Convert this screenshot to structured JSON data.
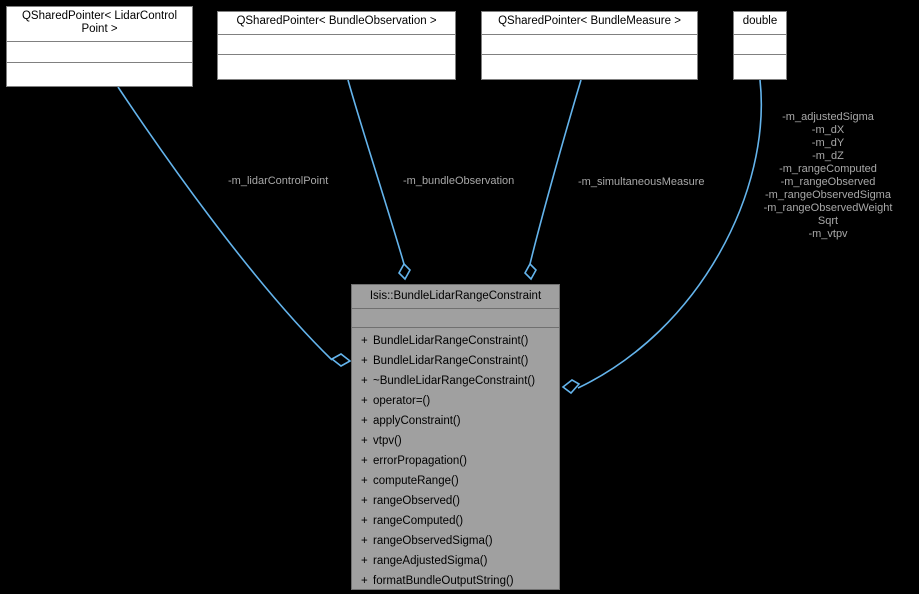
{
  "diagram": {
    "kind": "uml-collaboration-diagram",
    "background_color": "#000000",
    "edge_color": "#64b4ec",
    "label_color": "#a8a8a8",
    "main_class_fill": "#a0a0a0",
    "plain_class_fill": "#ffffff"
  },
  "nodes": [
    {
      "id": "lidar-control-point",
      "title": "QSharedPointer< LidarControl\nPoint >",
      "title_line1": "QSharedPointer< LidarControl",
      "title_line2": "Point >"
    },
    {
      "id": "bundle-observation",
      "title": "QSharedPointer< BundleObservation >"
    },
    {
      "id": "bundle-measure",
      "title": "QSharedPointer< BundleMeasure >"
    },
    {
      "id": "double",
      "title": "double"
    }
  ],
  "main_class": {
    "name": "Isis::BundleLidarRangeConstraint",
    "methods": [
      {
        "visibility": "+",
        "label": "BundleLidarRangeConstraint()"
      },
      {
        "visibility": "+",
        "label": "BundleLidarRangeConstraint()"
      },
      {
        "visibility": "+",
        "label": "~BundleLidarRangeConstraint()"
      },
      {
        "visibility": "+",
        "label": "operator=()"
      },
      {
        "visibility": "+",
        "label": "applyConstraint()"
      },
      {
        "visibility": "+",
        "label": "vtpv()"
      },
      {
        "visibility": "+",
        "label": "errorPropagation()"
      },
      {
        "visibility": "+",
        "label": "computeRange()"
      },
      {
        "visibility": "+",
        "label": "rangeObserved()"
      },
      {
        "visibility": "+",
        "label": "rangeComputed()"
      },
      {
        "visibility": "+",
        "label": "rangeObservedSigma()"
      },
      {
        "visibility": "+",
        "label": "rangeAdjustedSigma()"
      },
      {
        "visibility": "+",
        "label": "formatBundleOutputString()"
      }
    ]
  },
  "edge_labels": {
    "lidar_control_point": "-m_lidarControlPoint",
    "bundle_observation": "-m_bundleObservation",
    "simultaneous_measure": "-m_simultaneousMeasure",
    "double_members": [
      "-m_adjustedSigma",
      "-m_dX",
      "-m_dY",
      "-m_dZ",
      "-m_rangeComputed",
      "-m_rangeObserved",
      "-m_rangeObservedSigma",
      "-m_rangeObservedWeight",
      "Sqrt",
      "-m_vtpv"
    ]
  }
}
